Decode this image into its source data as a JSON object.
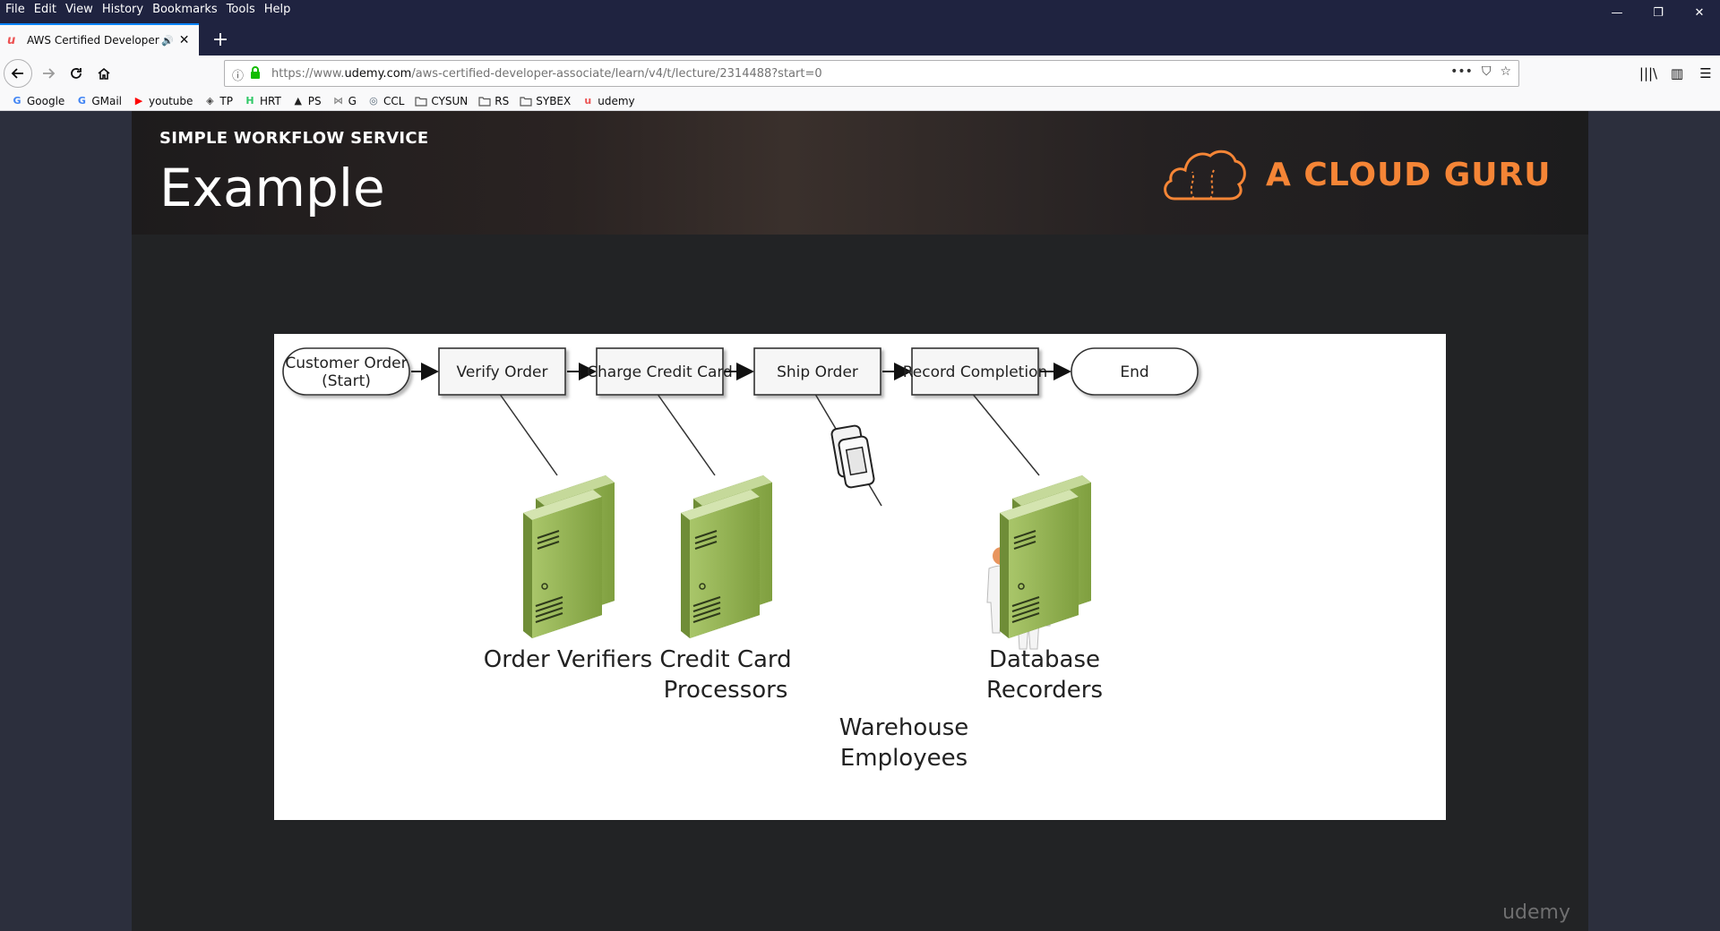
{
  "menu": [
    "File",
    "Edit",
    "View",
    "History",
    "Bookmarks",
    "Tools",
    "Help"
  ],
  "window_controls": {
    "minimize": "—",
    "restore": "❐",
    "close": "✕"
  },
  "tab": {
    "title": "AWS Certified Developer - A",
    "favicon": "udemy-icon"
  },
  "newtab": "+",
  "nav": {
    "url_prefix": "https://www.",
    "url_domain": "udemy.com",
    "url_path": "/aws-certified-developer-associate/learn/v4/t/lecture/2314488?start=0"
  },
  "bookmarks": [
    {
      "label": "Google",
      "icon": "G",
      "color": "#4285f4"
    },
    {
      "label": "GMail",
      "icon": "G",
      "color": "#4285f4"
    },
    {
      "label": "youtube",
      "icon": "▶",
      "color": "#ff0000"
    },
    {
      "label": "TP",
      "icon": "◈",
      "color": "#444444"
    },
    {
      "label": "HRT",
      "icon": "H",
      "color": "#2ec866"
    },
    {
      "label": "PS",
      "icon": "▲",
      "color": "#222222"
    },
    {
      "label": "G",
      "icon": "⋈",
      "color": "#888888"
    },
    {
      "label": "CCL",
      "icon": "◎",
      "color": "#5a6b7b"
    },
    {
      "label": "CYSUN",
      "icon": "folder",
      "color": "#555555"
    },
    {
      "label": "RS",
      "icon": "folder",
      "color": "#555555"
    },
    {
      "label": "SYBEX",
      "icon": "folder",
      "color": "#555555"
    },
    {
      "label": "udemy",
      "icon": "u",
      "color": "#ec5252"
    }
  ],
  "slide": {
    "kicker": "SIMPLE WORKFLOW SERVICE",
    "title": "Example",
    "brand": "A CLOUD GURU",
    "watermark": "udemy"
  },
  "workflow": {
    "steps": [
      {
        "line1": "Customer Order",
        "line2": "(Start)",
        "shape": "rounded"
      },
      {
        "line1": "Verify Order",
        "line2": "",
        "shape": "rect"
      },
      {
        "line1": "Charge Credit Card",
        "line2": "",
        "shape": "rect"
      },
      {
        "line1": "Ship Order",
        "line2": "",
        "shape": "rect"
      },
      {
        "line1": "Record Completion",
        "line2": "",
        "shape": "rect"
      },
      {
        "line1": "End",
        "line2": "",
        "shape": "rounded"
      }
    ],
    "workers": [
      {
        "line1": "Order Verifiers",
        "line2": "",
        "kind": "server"
      },
      {
        "line1": "Credit Card",
        "line2": "Processors",
        "kind": "server"
      },
      {
        "line1": "Warehouse",
        "line2": "Employees",
        "kind": "people"
      },
      {
        "line1": "Database",
        "line2": "Recorders",
        "kind": "server"
      }
    ]
  },
  "colors": {
    "accent": "#f58536",
    "server_green": "#8fb04f",
    "tab_highlight": "#0a84ff"
  }
}
